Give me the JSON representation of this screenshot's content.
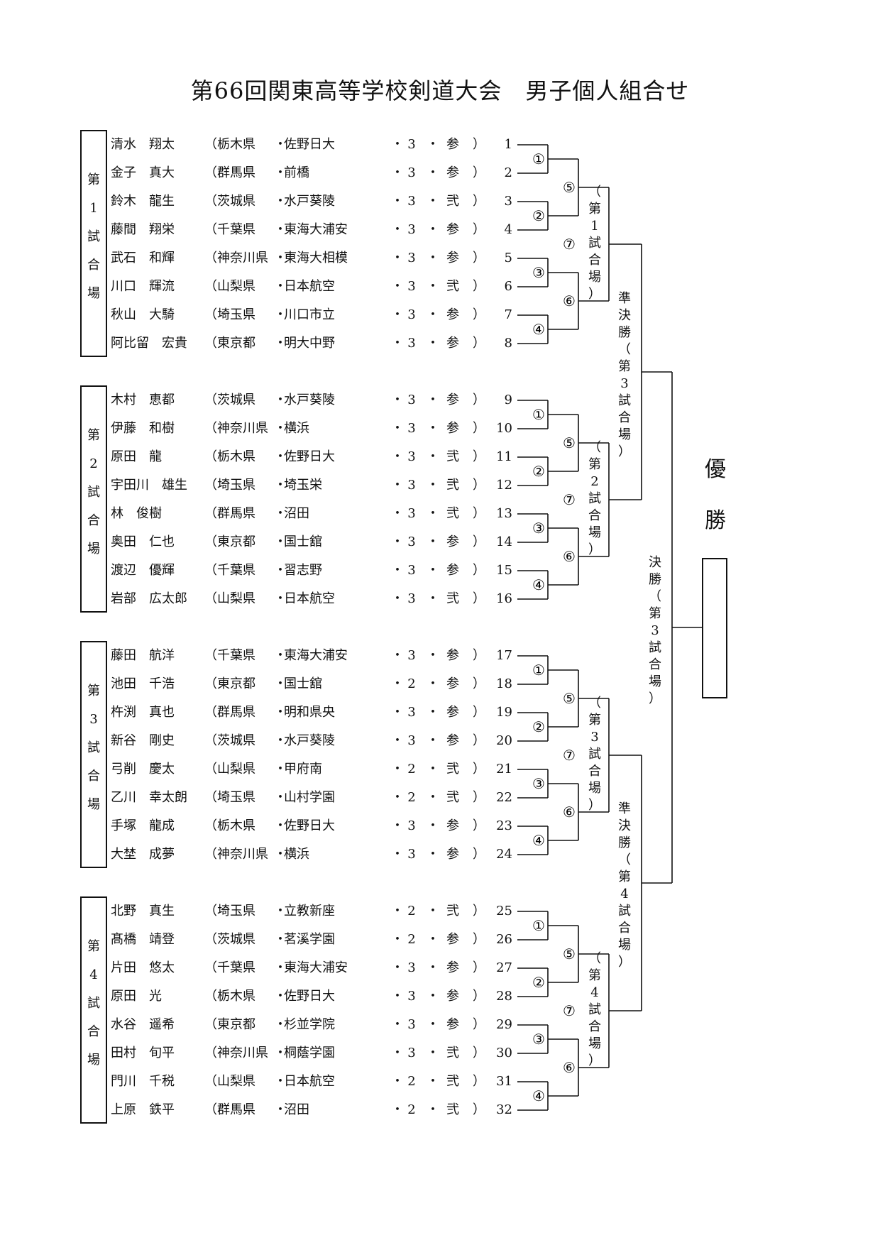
{
  "title": {
    "main": "第66回関東高等学校剣道大会",
    "sub": "男子個人組合せ"
  },
  "courts": [
    {
      "label": [
        "第",
        "1",
        "試",
        "合",
        "場"
      ],
      "entries": [
        {
          "name": "清水　翔太",
          "pref": "栃木県",
          "school": "佐野日大",
          "grade": "3",
          "rank": "参",
          "no": "1"
        },
        {
          "name": "金子　真大",
          "pref": "群馬県",
          "school": "前橋",
          "grade": "3",
          "rank": "参",
          "no": "2"
        },
        {
          "name": "鈴木　龍生",
          "pref": "茨城県",
          "school": "水戸葵陵",
          "grade": "3",
          "rank": "弐",
          "no": "3"
        },
        {
          "name": "藤間　翔栄",
          "pref": "千葉県",
          "school": "東海大浦安",
          "grade": "3",
          "rank": "参",
          "no": "4"
        },
        {
          "name": "武石　和輝",
          "pref": "神奈川県",
          "school": "東海大相模",
          "grade": "3",
          "rank": "参",
          "no": "5"
        },
        {
          "name": "川口　輝流",
          "pref": "山梨県",
          "school": "日本航空",
          "grade": "3",
          "rank": "弐",
          "no": "6"
        },
        {
          "name": "秋山　大騎",
          "pref": "埼玉県",
          "school": "川口市立",
          "grade": "3",
          "rank": "参",
          "no": "7"
        },
        {
          "name": "阿比留　宏貴",
          "pref": "東京都",
          "school": "明大中野",
          "grade": "3",
          "rank": "参",
          "no": "8"
        }
      ]
    },
    {
      "label": [
        "第",
        "2",
        "試",
        "合",
        "場"
      ],
      "entries": [
        {
          "name": "木村　恵都",
          "pref": "茨城県",
          "school": "水戸葵陵",
          "grade": "3",
          "rank": "参",
          "no": "9"
        },
        {
          "name": "伊藤　和樹",
          "pref": "神奈川県",
          "school": "横浜",
          "grade": "3",
          "rank": "参",
          "no": "10"
        },
        {
          "name": "原田　龍",
          "pref": "栃木県",
          "school": "佐野日大",
          "grade": "3",
          "rank": "弐",
          "no": "11"
        },
        {
          "name": "宇田川　雄生",
          "pref": "埼玉県",
          "school": "埼玉栄",
          "grade": "3",
          "rank": "弐",
          "no": "12"
        },
        {
          "name": "林　俊樹",
          "pref": "群馬県",
          "school": "沼田",
          "grade": "3",
          "rank": "弐",
          "no": "13"
        },
        {
          "name": "奥田　仁也",
          "pref": "東京都",
          "school": "国士舘",
          "grade": "3",
          "rank": "参",
          "no": "14"
        },
        {
          "name": "渡辺　優輝",
          "pref": "千葉県",
          "school": "習志野",
          "grade": "3",
          "rank": "参",
          "no": "15"
        },
        {
          "name": "岩部　広太郎",
          "pref": "山梨県",
          "school": "日本航空",
          "grade": "3",
          "rank": "弐",
          "no": "16"
        }
      ]
    },
    {
      "label": [
        "第",
        "3",
        "試",
        "合",
        "場"
      ],
      "entries": [
        {
          "name": "藤田　航洋",
          "pref": "千葉県",
          "school": "東海大浦安",
          "grade": "3",
          "rank": "参",
          "no": "17"
        },
        {
          "name": "池田　千浩",
          "pref": "東京都",
          "school": "国士舘",
          "grade": "2",
          "rank": "参",
          "no": "18"
        },
        {
          "name": "杵渕　真也",
          "pref": "群馬県",
          "school": "明和県央",
          "grade": "3",
          "rank": "参",
          "no": "19"
        },
        {
          "name": "新谷　剛史",
          "pref": "茨城県",
          "school": "水戸葵陵",
          "grade": "3",
          "rank": "参",
          "no": "20"
        },
        {
          "name": "弓削　慶太",
          "pref": "山梨県",
          "school": "甲府南",
          "grade": "2",
          "rank": "弐",
          "no": "21"
        },
        {
          "name": "乙川　幸太朗",
          "pref": "埼玉県",
          "school": "山村学園",
          "grade": "2",
          "rank": "弐",
          "no": "22"
        },
        {
          "name": "手塚　龍成",
          "pref": "栃木県",
          "school": "佐野日大",
          "grade": "3",
          "rank": "参",
          "no": "23"
        },
        {
          "name": "大埜　成夢",
          "pref": "神奈川県",
          "school": "横浜",
          "grade": "3",
          "rank": "参",
          "no": "24"
        }
      ]
    },
    {
      "label": [
        "第",
        "4",
        "試",
        "合",
        "場"
      ],
      "entries": [
        {
          "name": "北野　真生",
          "pref": "埼玉県",
          "school": "立教新座",
          "grade": "2",
          "rank": "弐",
          "no": "25"
        },
        {
          "name": "髙橋　靖登",
          "pref": "茨城県",
          "school": "茗溪学園",
          "grade": "2",
          "rank": "参",
          "no": "26"
        },
        {
          "name": "片田　悠太",
          "pref": "千葉県",
          "school": "東海大浦安",
          "grade": "3",
          "rank": "参",
          "no": "27"
        },
        {
          "name": "原田　光",
          "pref": "栃木県",
          "school": "佐野日大",
          "grade": "3",
          "rank": "参",
          "no": "28"
        },
        {
          "name": "水谷　遥希",
          "pref": "東京都",
          "school": "杉並学院",
          "grade": "3",
          "rank": "参",
          "no": "29"
        },
        {
          "name": "田村　旬平",
          "pref": "神奈川県",
          "school": "桐蔭学園",
          "grade": "3",
          "rank": "弐",
          "no": "30"
        },
        {
          "name": "門川　千税",
          "pref": "山梨県",
          "school": "日本航空",
          "grade": "2",
          "rank": "弐",
          "no": "31"
        },
        {
          "name": "上原　鉄平",
          "pref": "群馬県",
          "school": "沼田",
          "grade": "2",
          "rank": "弐",
          "no": "32"
        }
      ]
    }
  ],
  "punct": {
    "open": "（",
    "close": "）",
    "dot": "・"
  },
  "match_labels": [
    "①",
    "②",
    "③",
    "④",
    "⑤",
    "⑥",
    "⑦"
  ],
  "court_bracket_labels": [
    [
      "（",
      "第",
      "1",
      "試",
      "合",
      "場",
      "）"
    ],
    [
      "（",
      "第",
      "2",
      "試",
      "合",
      "場",
      "）"
    ],
    [
      "（",
      "第",
      "3",
      "試",
      "合",
      "場",
      "）"
    ],
    [
      "（",
      "第",
      "4",
      "試",
      "合",
      "場",
      "）"
    ]
  ],
  "semifinal_labels": [
    [
      "準",
      "決",
      "勝",
      "（",
      "第",
      "3",
      "試",
      "合",
      "場",
      "）"
    ],
    [
      "準",
      "決",
      "勝",
      "（",
      "第",
      "4",
      "試",
      "合",
      "場",
      "）"
    ]
  ],
  "final_label": [
    "決",
    "勝",
    "（",
    "第",
    "3",
    "試",
    "合",
    "場",
    "）"
  ],
  "champion_label": [
    "優",
    "勝"
  ]
}
